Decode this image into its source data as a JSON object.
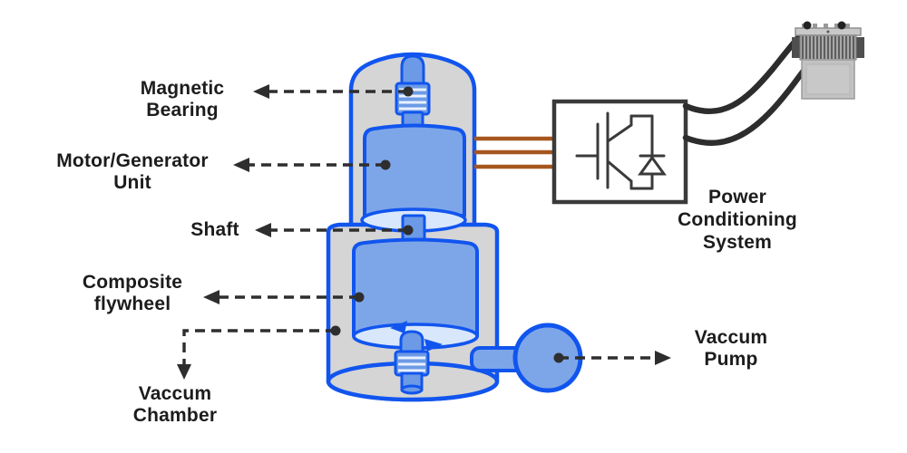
{
  "labels": {
    "magnetic_bearing": [
      "Magnetic",
      "Bearing"
    ],
    "motor_generator": [
      "Motor/Generator",
      "Unit"
    ],
    "shaft": [
      "Shaft"
    ],
    "composite_flywheel": [
      "Composite",
      "flywheel"
    ],
    "vaccum_chamber": [
      "Vaccum",
      "Chamber"
    ],
    "vaccum_pump": [
      "Vaccum",
      "Pump"
    ],
    "power_conditioning": [
      "Power",
      "Conditioning",
      "System"
    ]
  },
  "colors": {
    "outline_blue": "#1155ee",
    "component_fill": "#7da6e9",
    "bearing_fill": "#6c9ae6",
    "ellipse_fill": "#d8e7fc",
    "chamber_gray": "#d5d5d5",
    "wire_brown": "#a6561f",
    "cable_black": "#2d2d2d",
    "box_border": "#3a3a3a",
    "callout": "#2e2e2e",
    "text": "#1c1c1c"
  }
}
